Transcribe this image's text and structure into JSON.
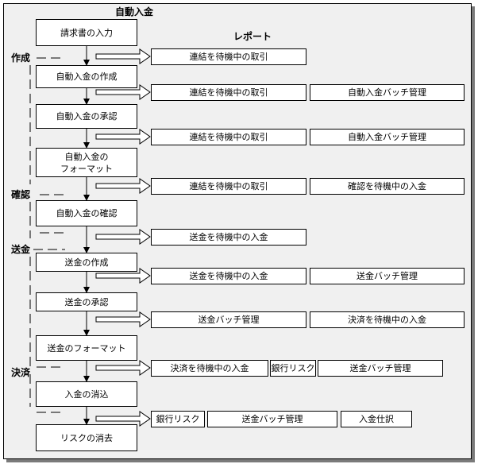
{
  "title": "自動入金",
  "report_header": "レポート",
  "phases": {
    "create": "作成",
    "confirm": "確認",
    "remit": "送金",
    "settle": "決済"
  },
  "steps": [
    "請求書の入力",
    "自動入金の作成",
    "自動入金の承認",
    "自動入金の\nフォーマット",
    "自動入金の確認",
    "送金の作成",
    "送金の承認",
    "送金のフォーマット",
    "入金の消込",
    "リスクの消去"
  ],
  "reports": {
    "r1": [
      "連結を待機中の取引"
    ],
    "r2": [
      "連結を待機中の取引",
      "自動入金バッチ管理"
    ],
    "r3": [
      "連結を待機中の取引",
      "自動入金バッチ管理"
    ],
    "r4": [
      "連結を待機中の取引",
      "確認を待機中の入金"
    ],
    "r5": [
      "送金を待機中の入金"
    ],
    "r6": [
      "送金を待機中の入金",
      "送金バッチ管理"
    ],
    "r7": [
      "送金バッチ管理",
      "決済を待機中の入金"
    ],
    "r8": [
      "決済を待機中の入金",
      "銀行リスク",
      "送金バッチ管理"
    ],
    "r9": [
      "銀行リスク",
      "送金バッチ管理",
      "入金仕訳"
    ]
  }
}
